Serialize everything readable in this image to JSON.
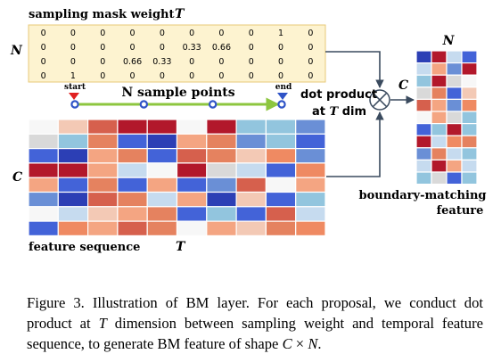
{
  "figure": {
    "mask_title": "sampling mask weight",
    "mask_title_symbol": "T",
    "mask_row_label": "N",
    "mask_rows": [
      [
        "0",
        "0",
        "0",
        "0",
        "0",
        "0",
        "0",
        "0",
        "1",
        "0"
      ],
      [
        "0",
        "0",
        "0",
        "0",
        "0",
        "0.33",
        "0.66",
        "0",
        "0",
        "0"
      ],
      [
        "0",
        "0",
        "0",
        "0.66",
        "0.33",
        "0",
        "0",
        "0",
        "0",
        "0"
      ],
      [
        "0",
        "1",
        "0",
        "0",
        "0",
        "0",
        "0",
        "0",
        "0",
        "0"
      ]
    ],
    "start_label": "start",
    "end_label": "end",
    "sample_label": "N sample points",
    "sample_count": 4,
    "dot_product_label": "dot product",
    "dot_product_dim_prefix": "at ",
    "dot_product_dim_symbol": "T",
    "dot_product_dim_suffix": " dim",
    "feature_row_label": "C",
    "feature_label": "feature sequence",
    "feature_time_symbol": "T",
    "output_col_label": "N",
    "output_row_label": "C",
    "output_label_line1": "boundary-matching",
    "output_label_line2": "feature",
    "feature_colors": [
      [
        "#f7f7f7",
        "#f3c9b5",
        "#d6604d",
        "#b2182b",
        "#b2182b",
        "#f7f7f7",
        "#b2182b",
        "#92c5de",
        "#92c5de",
        "#6a8fd6"
      ],
      [
        "#d9d9d9",
        "#92c5de",
        "#e5825f",
        "#4363d8",
        "#2c3fb5",
        "#f4a582",
        "#e5825f",
        "#6a8fd6",
        "#92c5de",
        "#4363d8"
      ],
      [
        "#4363d8",
        "#2c3fb5",
        "#f4a582",
        "#e5825f",
        "#4363d8",
        "#d6604d",
        "#e5825f",
        "#f3c9b5",
        "#ef8a62",
        "#6a8fd6"
      ],
      [
        "#b2182b",
        "#b2182b",
        "#f4a582",
        "#c6dbef",
        "#f7f7f7",
        "#b2182b",
        "#d9d9d9",
        "#c6dbef",
        "#4363d8",
        "#ef8a62"
      ],
      [
        "#f4a582",
        "#4363d8",
        "#e5825f",
        "#4363d8",
        "#f4a582",
        "#4363d8",
        "#6a8fd6",
        "#d6604d",
        "#f7f7f7",
        "#f4a582"
      ],
      [
        "#6a8fd6",
        "#2c3fb5",
        "#d6604d",
        "#e5825f",
        "#c6dbef",
        "#f4a582",
        "#2c3fb5",
        "#f3c9b5",
        "#4363d8",
        "#92c5de"
      ],
      [
        "#f7f7f7",
        "#c6dbef",
        "#f3c9b5",
        "#f4a582",
        "#e5825f",
        "#4363d8",
        "#92c5de",
        "#4363d8",
        "#d6604d",
        "#c6dbef"
      ],
      [
        "#4363d8",
        "#ef8a62",
        "#f4a582",
        "#d6604d",
        "#e5825f",
        "#f7f7f7",
        "#f4a582",
        "#f3c9b5",
        "#e5825f",
        "#ef8a62"
      ]
    ],
    "output_colors": [
      [
        "#2c3fb5",
        "#b2182b",
        "#c6dbef",
        "#4363d8"
      ],
      [
        "#c6dbef",
        "#f4a582",
        "#6a8fd6",
        "#b2182b"
      ],
      [
        "#92c5de",
        "#b2182b",
        "#d9d9d9",
        "#f7f7f7"
      ],
      [
        "#d9d9d9",
        "#e5825f",
        "#4363d8",
        "#f3c9b5"
      ],
      [
        "#d6604d",
        "#f4a582",
        "#6a8fd6",
        "#ef8a62"
      ],
      [
        "#f7f7f7",
        "#f4a582",
        "#d9d9d9",
        "#92c5de"
      ],
      [
        "#4363d8",
        "#92c5de",
        "#b2182b",
        "#92c5de"
      ],
      [
        "#b2182b",
        "#c6dbef",
        "#ef8a62",
        "#e5825f"
      ],
      [
        "#6a8fd6",
        "#e5825f",
        "#c6dbef",
        "#92c5de"
      ],
      [
        "#c6dbef",
        "#b2182b",
        "#f4a582",
        "#c6dbef"
      ],
      [
        "#92c5de",
        "#d9d9d9",
        "#4363d8",
        "#92c5de"
      ]
    ],
    "mask_bg": "#fdf3d0",
    "mask_border": "#e8c979",
    "arrow_color": "#8dc63f",
    "sample_point_color": "#2f54c7",
    "start_marker_color": "#e02020",
    "end_marker_color": "#2f54c7",
    "connector_color": "#3a4a5e"
  },
  "caption": {
    "prefix": "Figure 3. Illustration of BM layer. For each proposal, we conduct dot product at ",
    "sym_T": "T",
    "middle": " dimension between sampling weight and temporal feature sequence, to generate BM feature of shape ",
    "sym_C": "C",
    "times": " × ",
    "sym_N": "N",
    "suffix": "."
  }
}
